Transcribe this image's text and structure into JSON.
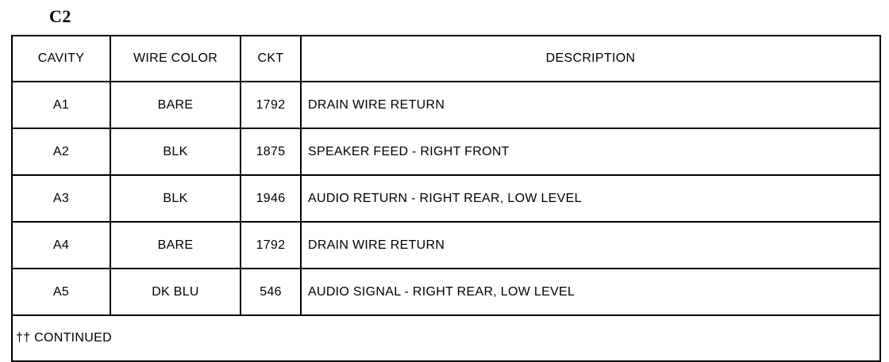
{
  "connector": {
    "title": "C2"
  },
  "table": {
    "headers": {
      "cavity": "CAVITY",
      "wire_color": "WIRE COLOR",
      "ckt": "CKT",
      "description": "DESCRIPTION"
    },
    "rows": [
      {
        "cavity": "A1",
        "wire_color": "BARE",
        "ckt": "1792",
        "description": "DRAIN WIRE RETURN"
      },
      {
        "cavity": "A2",
        "wire_color": "BLK",
        "ckt": "1875",
        "description": "SPEAKER FEED - RIGHT FRONT"
      },
      {
        "cavity": "A3",
        "wire_color": "BLK",
        "ckt": "1946",
        "description": "AUDIO RETURN - RIGHT REAR, LOW LEVEL"
      },
      {
        "cavity": "A4",
        "wire_color": "BARE",
        "ckt": "1792",
        "description": "DRAIN WIRE RETURN"
      },
      {
        "cavity": "A5",
        "wire_color": "DK BLU",
        "ckt": "546",
        "description": "AUDIO SIGNAL - RIGHT REAR, LOW LEVEL"
      }
    ],
    "footer": "†† CONTINUED"
  }
}
